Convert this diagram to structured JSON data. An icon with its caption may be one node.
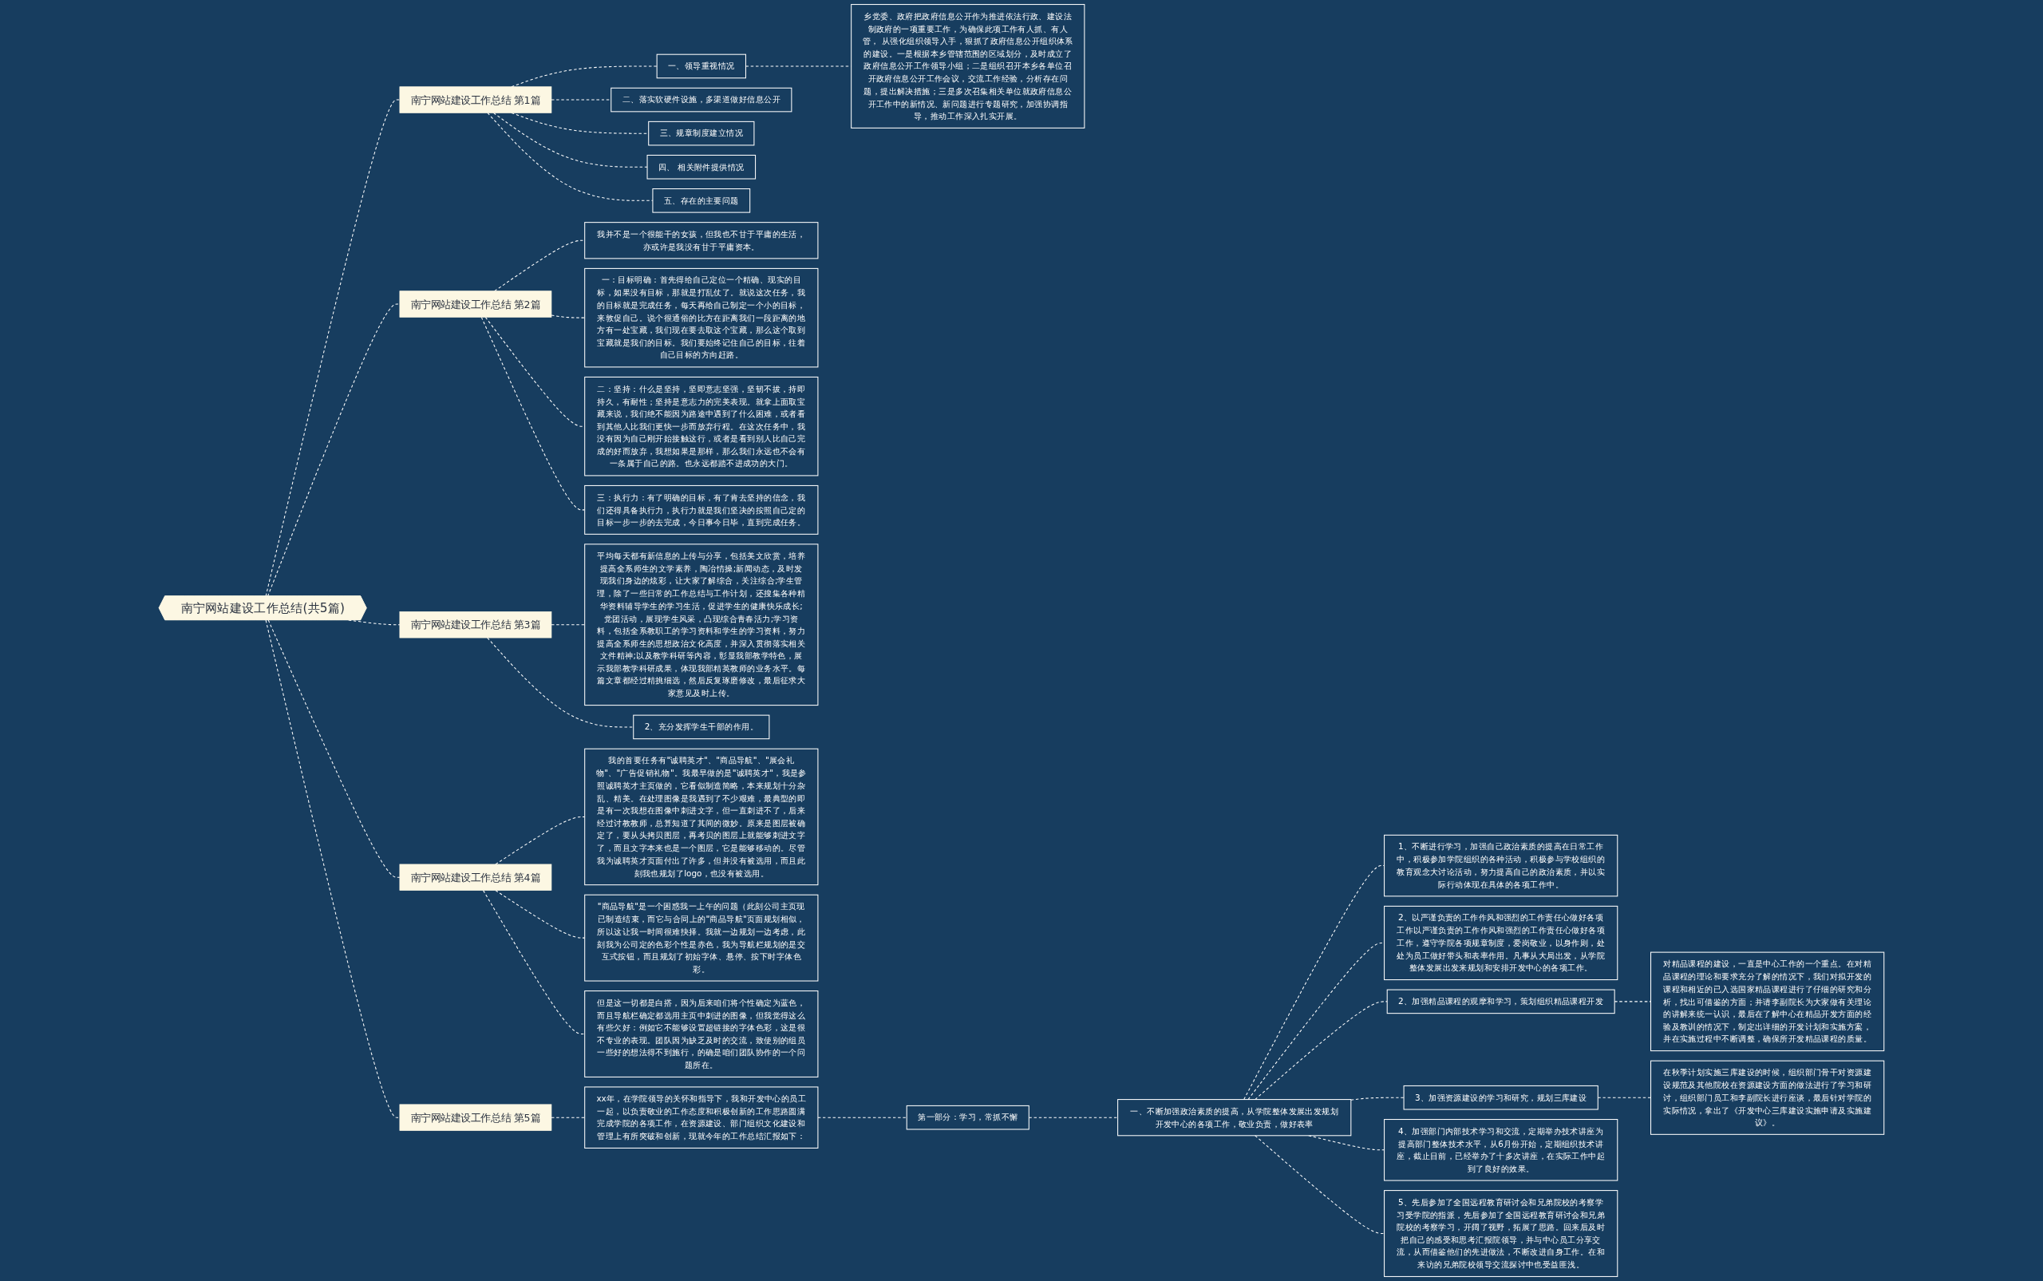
{
  "diagram": {
    "nodes": [
      {
        "text": [
          "南宁网站建设工作总结(共5篇)"
        ]
      },
      {
        "text": [
          "南宁网站建设工作总结 第1篇"
        ]
      },
      {
        "text": [
          "一、领导重视情况"
        ]
      },
      {
        "text": [
          "乡党委、政府把政府信息公开作为推进依法行政、建设法制政府的一项重要工作，为确保此项工作有人抓、有人管， 从强化组织领导入手，狠抓了政府信息公开组织体系的建设。一是根据本乡管辖范围的区域划分，及时成立了政府信息公开工作领导小组；二是组织召开本乡各单位召开政府信息公开工作会议，交流工作经验，分析存在问题，提出解决措施；三是多次召集相关单位就政府信息公开工作中的新情况、新问题进行专题研究，加强协调指导，推动工作深入扎实开展。"
        ]
      },
      {
        "text": [
          "二、落实软硬件设施，多渠道做好信息公开"
        ]
      },
      {
        "text": [
          "三、规章制度建立情况"
        ]
      },
      {
        "text": [
          "四、 相关附件提供情况"
        ]
      },
      {
        "text": [
          "五、存在的主要问题"
        ]
      },
      {
        "text": [
          "南宁网站建设工作总结 第2篇"
        ]
      },
      {
        "text": [
          "我并不是一个很能干的女孩，但我也不甘于平庸的生活，亦或许是我没有甘于平庸资本。"
        ]
      },
      {
        "text": [
          "一：目标明确：首先得给自己定位一个精确、现实的目标，如果没有目标，那就是打乱仗了。就说这次任务，我的目标就是完成任务，每天再给自己制定一个小的目标，来敦促自己。说个很通俗的比方在距离我们一段距离的地方有一处宝藏，我们现在要去取这个宝藏，那么这个取到宝藏就是我们的目标。我们要始终记住自己的目标，往着自己目标的方向赶路。"
        ]
      },
      {
        "text": [
          "二：坚持：什么是坚持，坚即意志坚强，坚韧不拔，持即持久，有耐性；坚持是意志力的完美表现。就拿上面取宝藏来说，我们绝不能因为路途中遇到了什么困难，或者看到其他人比我们更快一步而放弃行程。在这次任务中，我没有因为自己刚开始接触这行，或者是看到别人比自己完成的好而放弃，我想如果是那样，那么我们永远也不会有一条属于自己的路。也永远都踏不进成功的大门。"
        ]
      },
      {
        "text": [
          "三：执行力：有了明确的目标，有了肯去坚持的信念，我们还得具备执行力，执行力就是我们坚决的按照自己定的目标一步一步的去完成，今日事今日毕，直到完成任务。"
        ]
      },
      {
        "text": [
          "南宁网站建设工作总结 第3篇"
        ]
      },
      {
        "text": [
          "平均每天都有新信息的上传与分享，包括美文欣赏，培养提高全系师生的文学素养，陶冶情操;新闻动态，及时发现我们身边的炫彩，让大家了解综合，关注综合;学生管理，除了一些日常的工作总结与工作计划，还搜集各种精华资料辅导学生的学习生活，促进学生的健康快乐成长;党团活动，展现学生风采，凸现综合青春活力;学习资料，包括全系教职工的学习资料和学生的学习资料，努力提高全系师生的思想政治文化高度，并深入贯彻落实相关文件精神;以及教学科研等内容，彰显我部教学特色，展示我部教学科研成果，体现我部精英教师的业务水平。每篇文章都经过精挑细选，然后反复琢磨修改，最后征求大家意见及时上传。"
        ]
      },
      {
        "text": [
          "2、充分发挥学生干部的作用。"
        ]
      },
      {
        "text": [
          "南宁网站建设工作总结 第4篇"
        ]
      },
      {
        "text": [
          "我的首要任务有\"诚聘英才\"、\"商品导航\"、\"展会礼物\"、\"广告促销礼物\"。我最早做的是\"诚聘英才\"，我是参照诚聘英才主页做的，它看似制造简略，本来规划十分杂乱、精美。在处理图像是我遇到了不少艰难，最典型的即是有一次我想在图像中刺进文字，但一直刺进不了，后来经过讨教教师，总算知道了其间的微妙。原来是图层被确定了，要从头拷贝图层，再考贝的图层上就能够刺进文字了，而且文字本来也是一个图层，它是能够移动的。尽管我为诚聘英才页面付出了许多，但并没有被选用，而且此刻我也规划了logo，也没有被选用。"
        ]
      },
      {
        "text": [
          "\"商品导航\"是一个困惑我一上午的问题（此刻公司主页现已制造结束，而它与合同上的\"商品导航\"页面规划相似，所以这让我一时间很难抉择。我就一边规划一边考虑，此刻我为公司定的色彩个性是赤色，我为导航栏规划的是交互式按钮，而且规划了初始字体、悬停、按下时字体色彩。"
        ]
      },
      {
        "text": [
          "但是这一切都是白搭，因为后来咱们将个性确定为蓝色，而且导航栏确定都选用主页中刺进的图像，但我觉得这么有些欠好：例如它不能够设置超链接的字体色彩，这是很不专业的表现。团队因为缺乏及时的交流，致使别的组员一些好的想法得不到施行，的确是咱们团队协作的一个问题所在。"
        ]
      },
      {
        "text": [
          "南宁网站建设工作总结 第5篇"
        ]
      },
      {
        "text": [
          "xx年，在学院领导的关怀和指导下，我和开发中心的员工一起，以负责敬业的工作态度和积极创新的工作思路圆满完成学院的各项工作，在资源建设、部门组织文化建设和管理上有所突破和创新，现就今年的工作总结汇报如下："
        ]
      },
      {
        "text": [
          "第一部分：学习，常抓不懈"
        ]
      },
      {
        "text": [
          "一、不断加强政治素质的提高，从学院整体发展出发规划开发中心的各项工作，敬业负责，做好表率"
        ]
      },
      {
        "text": [
          "1、不断进行学习，加强自己政治素质的提高在日常工作中，积极参加学院组织的各种活动，积极参与学校组织的教育观念大讨论活动，努力提高自己的政治素质，并以实际行动体现在具体的各项工作中。"
        ]
      },
      {
        "text": [
          "2、以严谨负责的工作作风和强烈的工作责任心做好各项工作以严谨负责的工作作风和强烈的工作责任心做好各项工作，遵守学院各项规章制度，爱岗敬业，以身作则，处处为员工做好带头和表率作用。凡事从大局出发，从学院整体发展出发来规划和安排开发中心的各项工作。"
        ]
      },
      {
        "text": [
          "2、加强精品课程的观摩和学习，策划组织精品课程开发"
        ]
      },
      {
        "text": [
          "对精品课程的建设，一直是中心工作的一个重点。在对精品课程的理论和要求充分了解的情况下，我们对拟开发的课程和相近的已入选国家精品课程进行了仔细的研究和分析，找出可借鉴的方面；并请李副院长为大家做有关理论的讲解来统一认识，最后在了解中心在精品开发方面的经验及教训的情况下，制定出详细的开发计划和实施方案，并在实施过程中不断调整，确保所开发精品课程的质量。"
        ]
      },
      {
        "text": [
          "3、加强资源建设的学习和研究，规划三库建设"
        ]
      },
      {
        "text": [
          "在秋季计划实施三库建设的时候，组织部门骨干对资源建设规范及其他院校在资源建设方面的做法进行了学习和研讨，组织部门员工和李副院长进行座谈，最后针对学院的实际情况，拿出了《开发中心三库建设实施申请及实施建议》。"
        ]
      },
      {
        "text": [
          "4、加强部门内部技术学习和交流，定期举办技术讲座为提高部门整体技术水平，从6月份开始，定期组织技术讲座，截止目前，已经举办了十多次讲座，在实际工作中起到了良好的效果。"
        ]
      },
      {
        "text": [
          "5、先后参加了全国远程教育研讨会和兄弟院校的考察学习受学院的指派，先后参加了全国远程教育研讨会和兄弟院校的考察学习，开阔了视野，拓展了思路。回来后及时把自己的感受和思考汇报院领导，并与中心员工分享交流，从而借鉴他们的先进做法，不断改进自身工作。在和来访的兄弟院校领导交流探讨中也受益匪浅。"
        ]
      }
    ],
    "edges": [
      {
        "from": 0,
        "to": 1,
        "arrow": "none",
        "style": "dashed"
      },
      {
        "from": 1,
        "to": 2,
        "arrow": "none",
        "style": "dashed"
      },
      {
        "from": 2,
        "to": 3,
        "arrow": "none",
        "style": "dashed"
      },
      {
        "from": 1,
        "to": 4,
        "arrow": "none",
        "style": "dashed"
      },
      {
        "from": 1,
        "to": 5,
        "arrow": "none",
        "style": "dashed"
      },
      {
        "from": 1,
        "to": 6,
        "arrow": "none",
        "style": "dashed"
      },
      {
        "from": 1,
        "to": 7,
        "arrow": "none",
        "style": "dashed"
      },
      {
        "from": 0,
        "to": 8,
        "arrow": "none",
        "style": "dashed"
      },
      {
        "from": 8,
        "to": 9,
        "arrow": "none",
        "style": "dashed"
      },
      {
        "from": 8,
        "to": 10,
        "arrow": "none",
        "style": "dashed"
      },
      {
        "from": 8,
        "to": 11,
        "arrow": "none",
        "style": "dashed"
      },
      {
        "from": 8,
        "to": 12,
        "arrow": "none",
        "style": "dashed"
      },
      {
        "from": 0,
        "to": 13,
        "arrow": "none",
        "style": "dashed"
      },
      {
        "from": 13,
        "to": 14,
        "arrow": "none",
        "style": "dashed"
      },
      {
        "from": 13,
        "to": 15,
        "arrow": "none",
        "style": "dashed"
      },
      {
        "from": 0,
        "to": 16,
        "arrow": "none",
        "style": "dashed"
      },
      {
        "from": 16,
        "to": 17,
        "arrow": "none",
        "style": "dashed"
      },
      {
        "from": 16,
        "to": 18,
        "arrow": "none",
        "style": "dashed"
      },
      {
        "from": 16,
        "to": 19,
        "arrow": "none",
        "style": "dashed"
      },
      {
        "from": 0,
        "to": 20,
        "arrow": "none",
        "style": "dashed"
      },
      {
        "from": 20,
        "to": 21,
        "arrow": "none",
        "style": "dashed"
      },
      {
        "from": 21,
        "to": 22,
        "arrow": "none",
        "style": "dashed"
      },
      {
        "from": 22,
        "to": 23,
        "arrow": "none",
        "style": "dashed"
      },
      {
        "from": 23,
        "to": 24,
        "arrow": "none",
        "style": "dashed"
      },
      {
        "from": 23,
        "to": 25,
        "arrow": "none",
        "style": "dashed"
      },
      {
        "from": 23,
        "to": 26,
        "arrow": "none",
        "style": "dashed"
      },
      {
        "from": 26,
        "to": 27,
        "arrow": "none",
        "style": "dashed"
      },
      {
        "from": 23,
        "to": 28,
        "arrow": "none",
        "style": "dashed"
      },
      {
        "from": 28,
        "to": 29,
        "arrow": "none",
        "style": "dashed"
      },
      {
        "from": 23,
        "to": 30,
        "arrow": "none",
        "style": "dashed"
      },
      {
        "from": 23,
        "to": 31,
        "arrow": "none",
        "style": "dashed"
      }
    ]
  }
}
